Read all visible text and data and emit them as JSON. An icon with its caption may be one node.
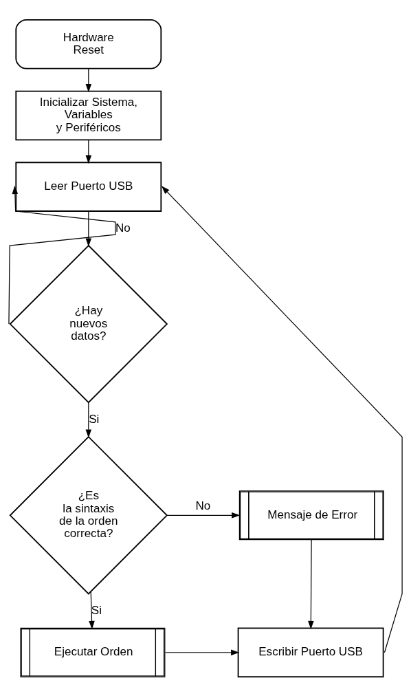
{
  "diagram": {
    "nodes": [
      {
        "text": [
          "Hardware Reset"
        ]
      },
      {
        "text": [
          "Inicializar Sistema, Variables y Periféricos"
        ]
      },
      {
        "text": [
          "Leer Puerto USB"
        ]
      },
      {
        "text": [
          "¿Hay nuevos datos?"
        ]
      },
      {
        "text": [
          "¿Es la sintaxis de la orden correcta?"
        ]
      },
      {
        "text": [
          "Mensaje de Error"
        ]
      },
      {
        "text": [
          "Ejecutar Orden"
        ]
      },
      {
        "text": [
          "Escribir Puerto USB"
        ]
      }
    ],
    "edges": [
      {
        "from": 0,
        "to": 1,
        "arrow": "to"
      },
      {
        "from": 1,
        "to": 2,
        "arrow": "to"
      },
      {
        "from": 2,
        "to": 3,
        "arrow": "to"
      },
      {
        "from": 3,
        "to": 2,
        "arrow": "to",
        "label": "No"
      },
      {
        "from": 3,
        "to": 4,
        "arrow": "to",
        "label": "Si"
      },
      {
        "from": 4,
        "to": 5,
        "arrow": "to",
        "label": "No"
      },
      {
        "from": 4,
        "to": 6,
        "arrow": "to",
        "label": "Si"
      },
      {
        "from": 5,
        "to": 7,
        "arrow": "to"
      },
      {
        "from": 6,
        "to": 7,
        "arrow": "to"
      },
      {
        "from": 7,
        "to": 2,
        "arrow": "to"
      }
    ]
  }
}
